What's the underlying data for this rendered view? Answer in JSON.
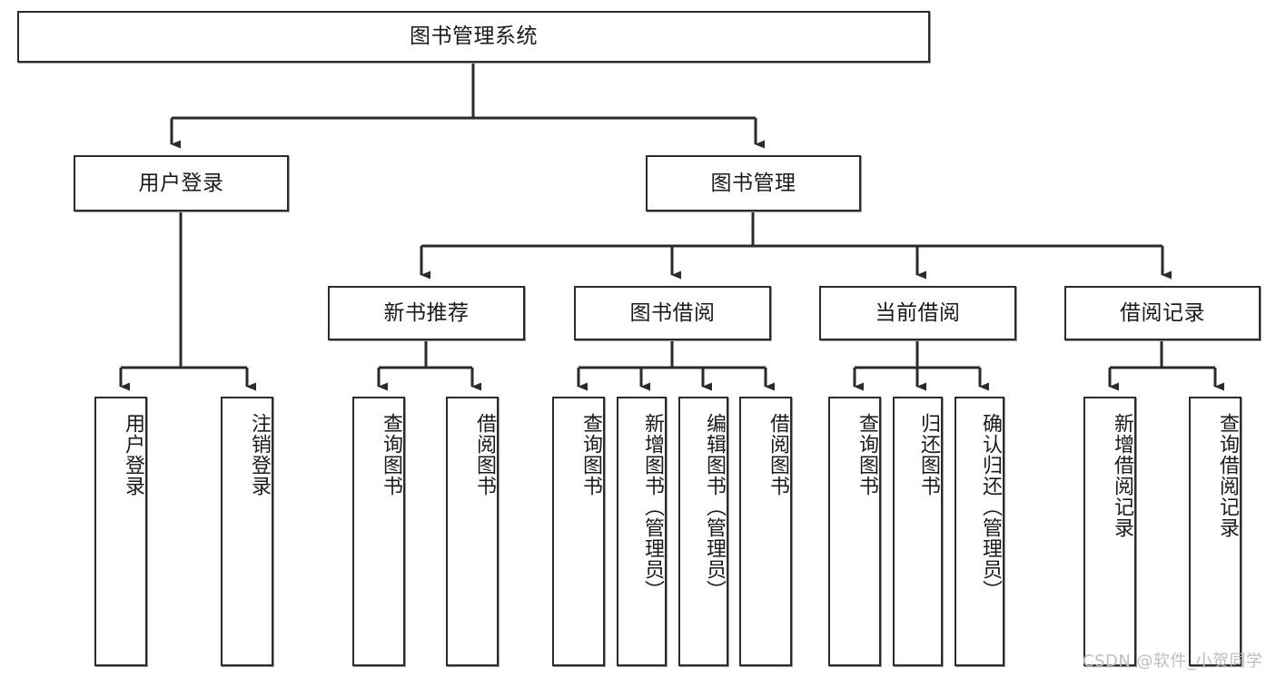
{
  "diagram": {
    "title": "图书管理系统",
    "type": "functional-structure-tree",
    "watermark": "CSDN @软件_小贺同学",
    "colors": {
      "box_border": "#2b2b2b",
      "box_fill": "#ffffff",
      "edge": "#2b2b2b",
      "text": "#1a1a1a",
      "watermark": "#bdbdbd"
    },
    "root": {
      "label": "图书管理系统"
    },
    "level2": [
      {
        "label": "用户登录"
      },
      {
        "label": "图书管理"
      }
    ],
    "level3": [
      {
        "label": "新书推荐"
      },
      {
        "label": "图书借阅"
      },
      {
        "label": "当前借阅"
      },
      {
        "label": "借阅记录"
      }
    ],
    "leaves": {
      "user_login": [
        {
          "label": "用户登录"
        },
        {
          "label": "注销登录"
        }
      ],
      "new_book_recommend": [
        {
          "label": "查询图书"
        },
        {
          "label": "借阅图书"
        }
      ],
      "book_borrow": [
        {
          "label": "查询图书"
        },
        {
          "label": "新增图书（管理员）"
        },
        {
          "label": "编辑图书（管理员）"
        },
        {
          "label": "借阅图书"
        }
      ],
      "current_borrow": [
        {
          "label": "查询图书"
        },
        {
          "label": "归还图书"
        },
        {
          "label": "确认归还（管理员）"
        }
      ],
      "borrow_record": [
        {
          "label": "新增借阅记录"
        },
        {
          "label": "查询借阅记录"
        }
      ]
    }
  }
}
